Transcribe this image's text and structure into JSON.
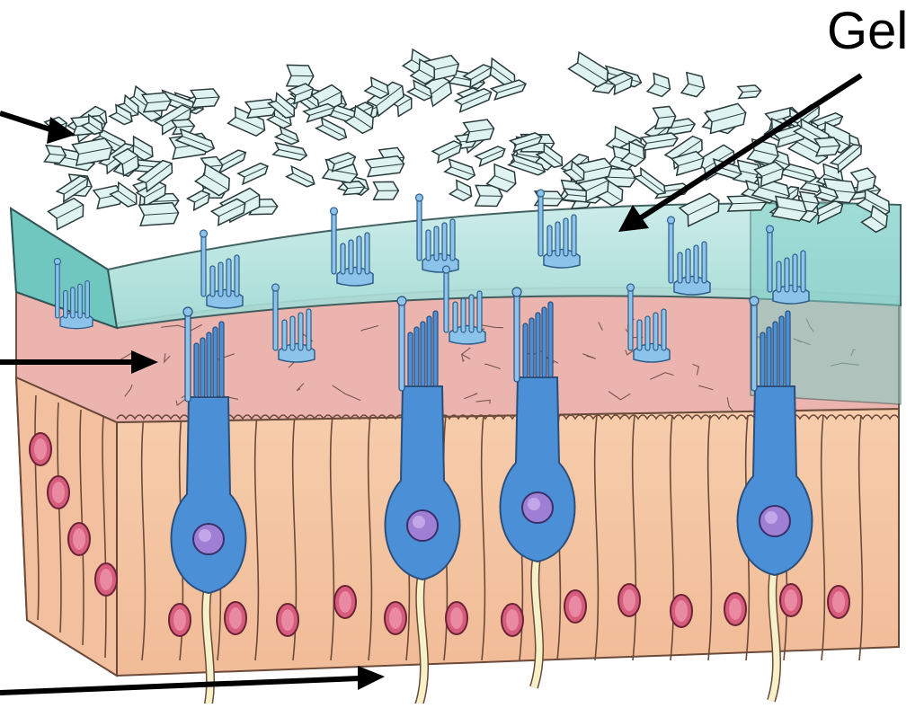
{
  "labels": {
    "gel": "Gel"
  },
  "colors": {
    "crystal_fill": "#dff3f1",
    "crystal_stroke": "#2a3a3a",
    "gel_fill": "#a9e0db",
    "gel_side": "#6fc7c0",
    "membrane": "#eab1ab",
    "epithelium": "#f5c6a5",
    "hair_cell": "#4b8fd6",
    "hair_cell_light": "#8cc3ea",
    "nucleus": "#9f7fd4",
    "support_nucleus": "#d85c7c",
    "nerve": "#f6f1c8",
    "arrow": "#000000"
  },
  "icons": [
    "arrow-crystals",
    "arrow-gel",
    "arrow-membrane",
    "arrow-nerve"
  ]
}
